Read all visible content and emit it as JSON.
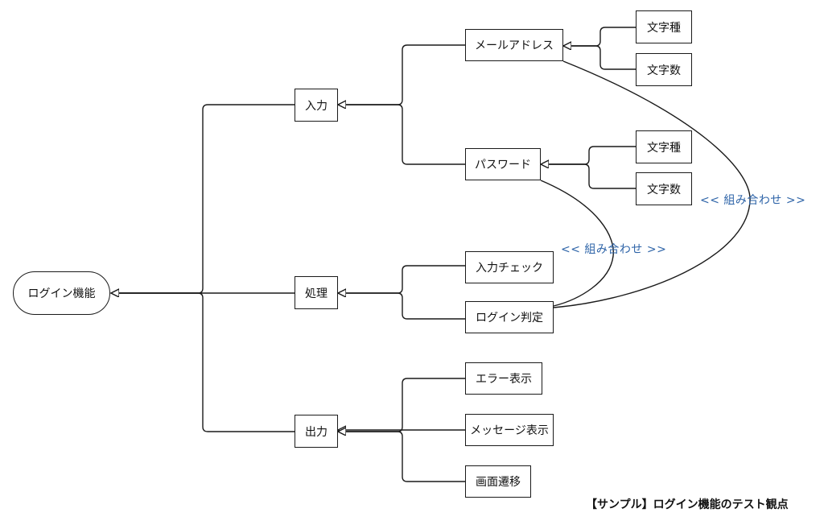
{
  "root": {
    "label": "ログイン機能"
  },
  "categories": {
    "input": {
      "label": "入力"
    },
    "process": {
      "label": "処理"
    },
    "output": {
      "label": "出力"
    }
  },
  "items": {
    "email": {
      "label": "メールアドレス"
    },
    "password": {
      "label": "パスワード"
    },
    "input_check": {
      "label": "入力チェック"
    },
    "login_judge": {
      "label": "ログイン判定"
    },
    "error_display": {
      "label": "エラー表示"
    },
    "message_display": {
      "label": "メッセージ表示"
    },
    "screen_transition": {
      "label": "画面遷移"
    }
  },
  "leaves": {
    "email_chartype": {
      "label": "文字種"
    },
    "email_charcount": {
      "label": "文字数"
    },
    "password_chartype": {
      "label": "文字種"
    },
    "password_charcount": {
      "label": "文字数"
    }
  },
  "combination_labels": {
    "email_login": "<< 組み合わせ >>",
    "password_login": "<< 組み合わせ >>"
  },
  "caption": "【サンプル】ログイン機能のテスト観点",
  "colors": {
    "line": "#1a1a1a",
    "accent_label": "#2e64a8"
  }
}
